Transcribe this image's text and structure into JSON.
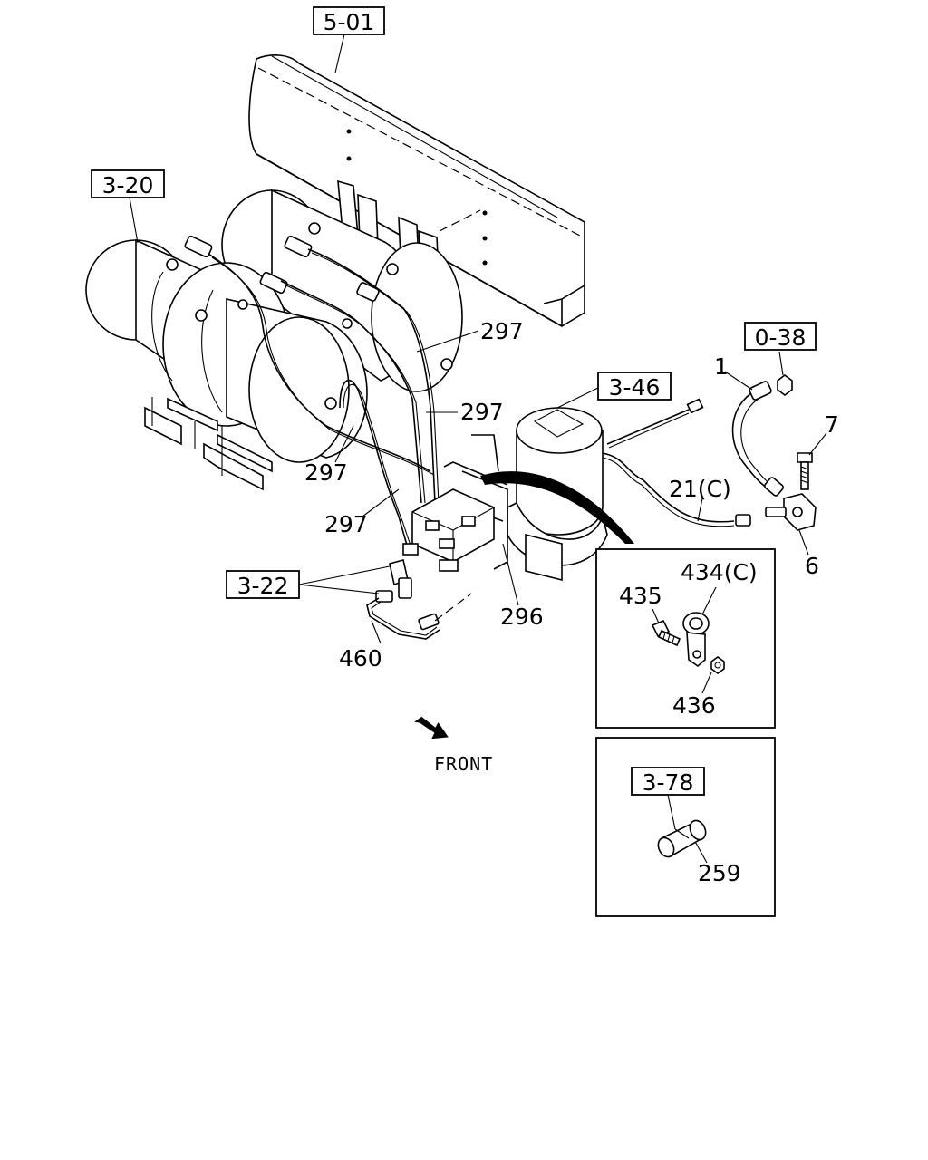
{
  "callouts": {
    "ref_5_01": "5-01",
    "ref_3_20": "3-20",
    "ref_0_38": "0-38",
    "ref_3_46": "3-46",
    "ref_3_22": "3-22",
    "ref_3_78": "3-78"
  },
  "parts": {
    "p297_a": "297",
    "p297_b": "297",
    "p297_c": "297",
    "p297_d": "297",
    "p1": "1",
    "p7": "7",
    "p6": "6",
    "p21c": "21(C)",
    "p296": "296",
    "p460": "460",
    "p435": "435",
    "p434c": "434(C)",
    "p436": "436",
    "p259": "259"
  },
  "direction": {
    "front_label": "FRONT"
  }
}
